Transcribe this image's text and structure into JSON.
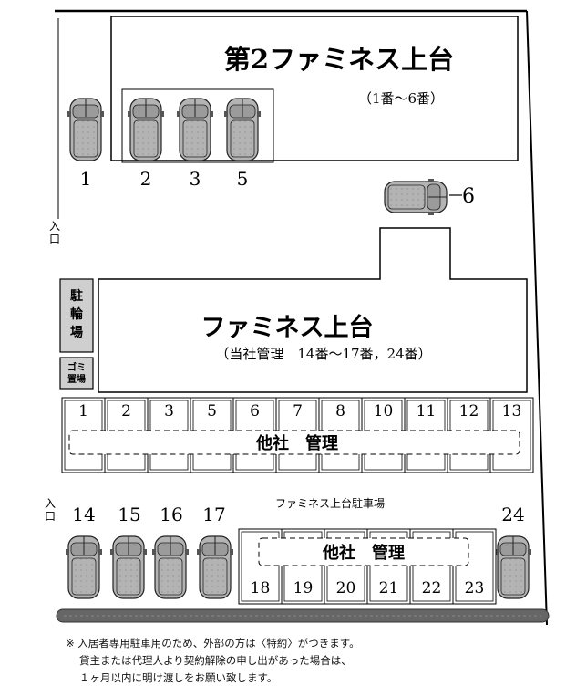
{
  "building_a": {
    "name": "第2ファミネス上台",
    "sub": "（1番～6番）"
  },
  "building_b": {
    "name": "ファミネス上台",
    "sub": "（当社管理　14番～17番，24番）"
  },
  "bike_parking": [
    "駐",
    "輪",
    "場"
  ],
  "garbage": [
    "ゴミ",
    "置場"
  ],
  "entrance": [
    "入",
    "口"
  ],
  "top_spaces": [
    "1",
    "2",
    "3",
    "5"
  ],
  "space_6": "6",
  "row_spaces": [
    "1",
    "2",
    "3",
    "5",
    "6",
    "7",
    "8",
    "10",
    "11",
    "12",
    "13"
  ],
  "other_mgmt": "他社　管理",
  "lot_title": "ファミネス上台駐車場",
  "bottom_spaces": [
    "14",
    "15",
    "16",
    "17"
  ],
  "bottom_other_spaces": [
    "18",
    "19",
    "20",
    "21",
    "22",
    "23"
  ],
  "space_24": "24",
  "notes": [
    "※ 入居者専用駐車用のため、外部の方は〈特約〉がつきます。",
    "貸主または代理人より契約解除の申し出があった場合は、",
    "１ヶ月以内に明け渡しをお願い致します。"
  ],
  "colors": {
    "car": "#b3b3b3",
    "car_dark": "#8a8a8a",
    "road": "#666666",
    "box": "#cfcfcf"
  }
}
